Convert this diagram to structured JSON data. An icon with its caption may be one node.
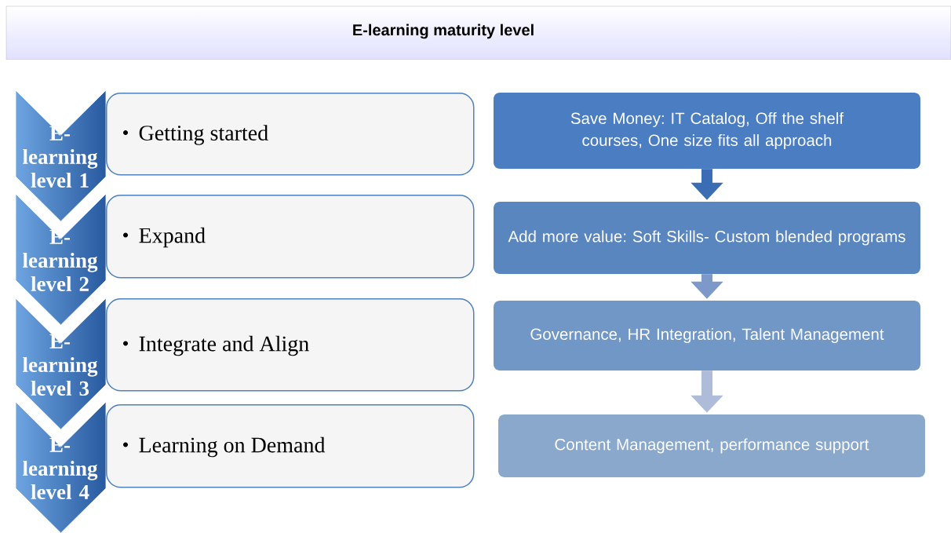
{
  "diagram": {
    "title": "E-learning maturity level",
    "nodes": [
      {
        "text": [
          "E-learning level 1"
        ]
      },
      {
        "text": [
          "E-learning level 2"
        ]
      },
      {
        "text": [
          "E-learning level 3"
        ]
      },
      {
        "text": [
          "E-learning level 4"
        ]
      },
      {
        "text": [
          "Getting started"
        ]
      },
      {
        "text": [
          "Expand"
        ]
      },
      {
        "text": [
          "Integrate and Align"
        ]
      },
      {
        "text": [
          "Learning on Demand"
        ]
      },
      {
        "text": [
          "Save Money: IT Catalog, Off the shelf courses, One size fits all approach"
        ]
      },
      {
        "text": [
          "Add more value: Soft Skills- Custom blended programs"
        ]
      },
      {
        "text": [
          "Governance, HR Integration, Talent Management"
        ]
      },
      {
        "text": [
          "Content Management, performance support"
        ]
      }
    ],
    "edges": [
      {
        "from": 8,
        "to": 9,
        "arrow": "to",
        "color": "#3b6db5"
      },
      {
        "from": 9,
        "to": 10,
        "arrow": "to",
        "color": "#7d99c9"
      },
      {
        "from": 10,
        "to": 11,
        "arrow": "to",
        "color": "#aebcd9"
      }
    ]
  }
}
